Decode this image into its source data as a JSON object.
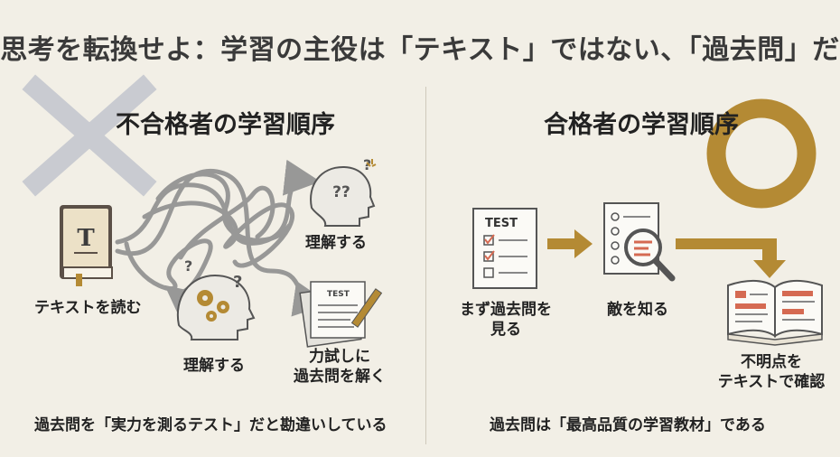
{
  "title": "思考を転換せよ：学習の主役は「テキスト」ではない、「過去問」だ",
  "left": {
    "mark": "cross-mark-icon",
    "heading": "不合格者の学習順序",
    "book_label": "テキストを読む",
    "understand_top_label": "理解する",
    "understand_bottom_label": "理解する",
    "test_label_line1": "力試しに",
    "test_label_line2": "過去問を解く",
    "caption": "過去問を「実力を測るテスト」だと勘違いしている"
  },
  "right": {
    "mark": "circle-mark-icon",
    "heading": "合格者の学習順序",
    "test_sheet_text": "TEST",
    "step1_line1": "まず過去問を",
    "step1_line2": "見る",
    "step2_label": "敵を知る",
    "step3_line1": "不明点を",
    "step3_line2": "テキストで確認",
    "caption": "過去問は「最高品質の学習教材」である"
  },
  "icons": {
    "book_letter": "T",
    "test_paper_text": "TEST"
  },
  "colors": {
    "gold": "#b48a34",
    "cross": "#c9cbd1",
    "line_gray": "#8f8f8f",
    "paper": "#fbfaf6",
    "ink": "#3c3c3c",
    "red": "#d56a52",
    "background": "#f2efe6"
  }
}
